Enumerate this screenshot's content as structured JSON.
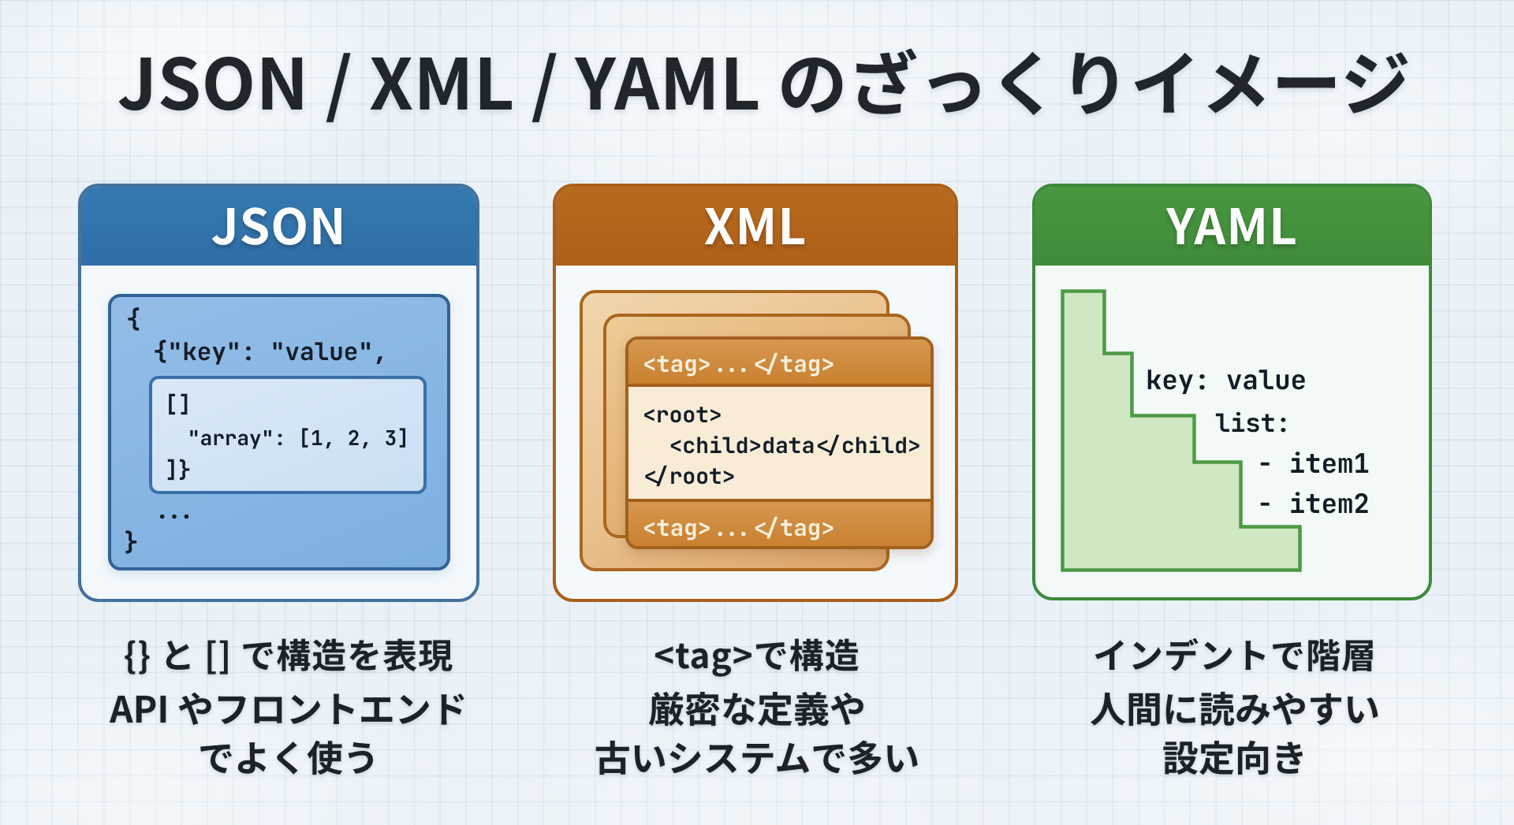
{
  "title": "JSON / XML / YAML のざっくりイメージ",
  "colors": {
    "background": "#e9f1f7",
    "json_accent": "#3579b1",
    "xml_accent": "#b2651e",
    "yaml_accent": "#44923e",
    "code_ink": "#131d27"
  },
  "cards": [
    {
      "header": "JSON",
      "code": {
        "open_brace": "{",
        "key_line": "{\"key\": \"value\",",
        "nested_lines": [
          "[]",
          "\"array\": [1, 2, 3]",
          "]}"
        ],
        "ellipsis": "...",
        "close_brace": "}"
      },
      "caption": {
        "headline": "{} と [] で構造を表現",
        "lines": [
          "API やフロントエンド",
          "でよく使う"
        ]
      }
    },
    {
      "header": "XML",
      "code": {
        "tag_top": "<tag>...</tag>",
        "body_lines": [
          "<root>",
          "  <child>data</child>",
          "</root>"
        ],
        "tag_bottom": "<tag>...</tag>"
      },
      "caption": {
        "headline": "<tag>で構造",
        "lines": [
          "厳密な定義や",
          "古いシステムで多い"
        ]
      }
    },
    {
      "header": "YAML",
      "code": {
        "lines": [
          "key: value",
          "list:",
          "- item1",
          "- item2"
        ]
      },
      "caption": {
        "headline": "インデントで階層",
        "lines": [
          "人間に読みやすい",
          "設定向き"
        ]
      }
    }
  ]
}
